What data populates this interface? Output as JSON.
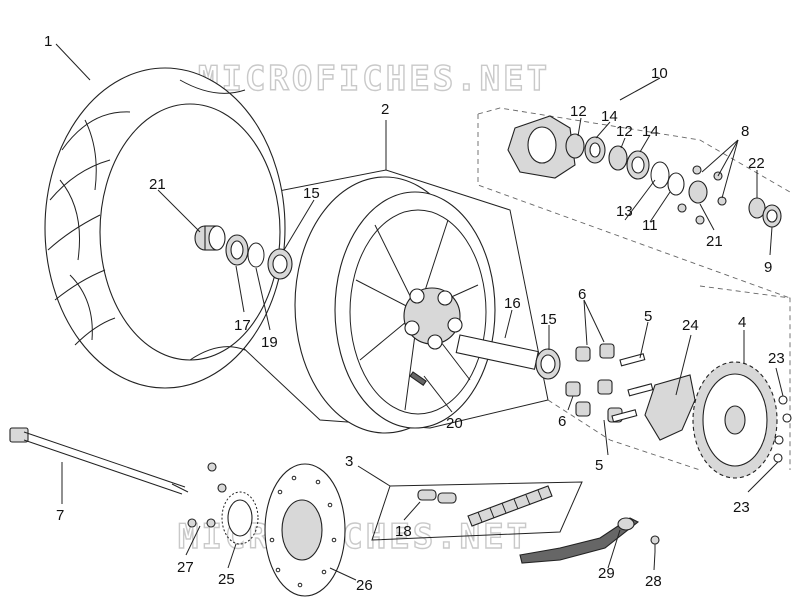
{
  "watermark": {
    "top_text": "MICROFICHES.NET",
    "bottom_text": "MICROFICHES.NET"
  },
  "callouts": {
    "n1": "1",
    "n2": "2",
    "n3": "3",
    "n4": "4",
    "n5a": "5",
    "n5b": "5",
    "n6a": "6",
    "n6b": "6",
    "n7": "7",
    "n8": "8",
    "n9": "9",
    "n10": "10",
    "n11": "11",
    "n12a": "12",
    "n12b": "12",
    "n13": "13",
    "n14a": "14",
    "n14b": "14",
    "n15a": "15",
    "n15b": "15",
    "n16": "16",
    "n17": "17",
    "n18": "18",
    "n19": "19",
    "n20": "20",
    "n21a": "21",
    "n21b": "21",
    "n22": "22",
    "n23a": "23",
    "n23b": "23",
    "n24": "24",
    "n25": "25",
    "n26": "26",
    "n27": "27",
    "n28": "28",
    "n29": "29"
  }
}
